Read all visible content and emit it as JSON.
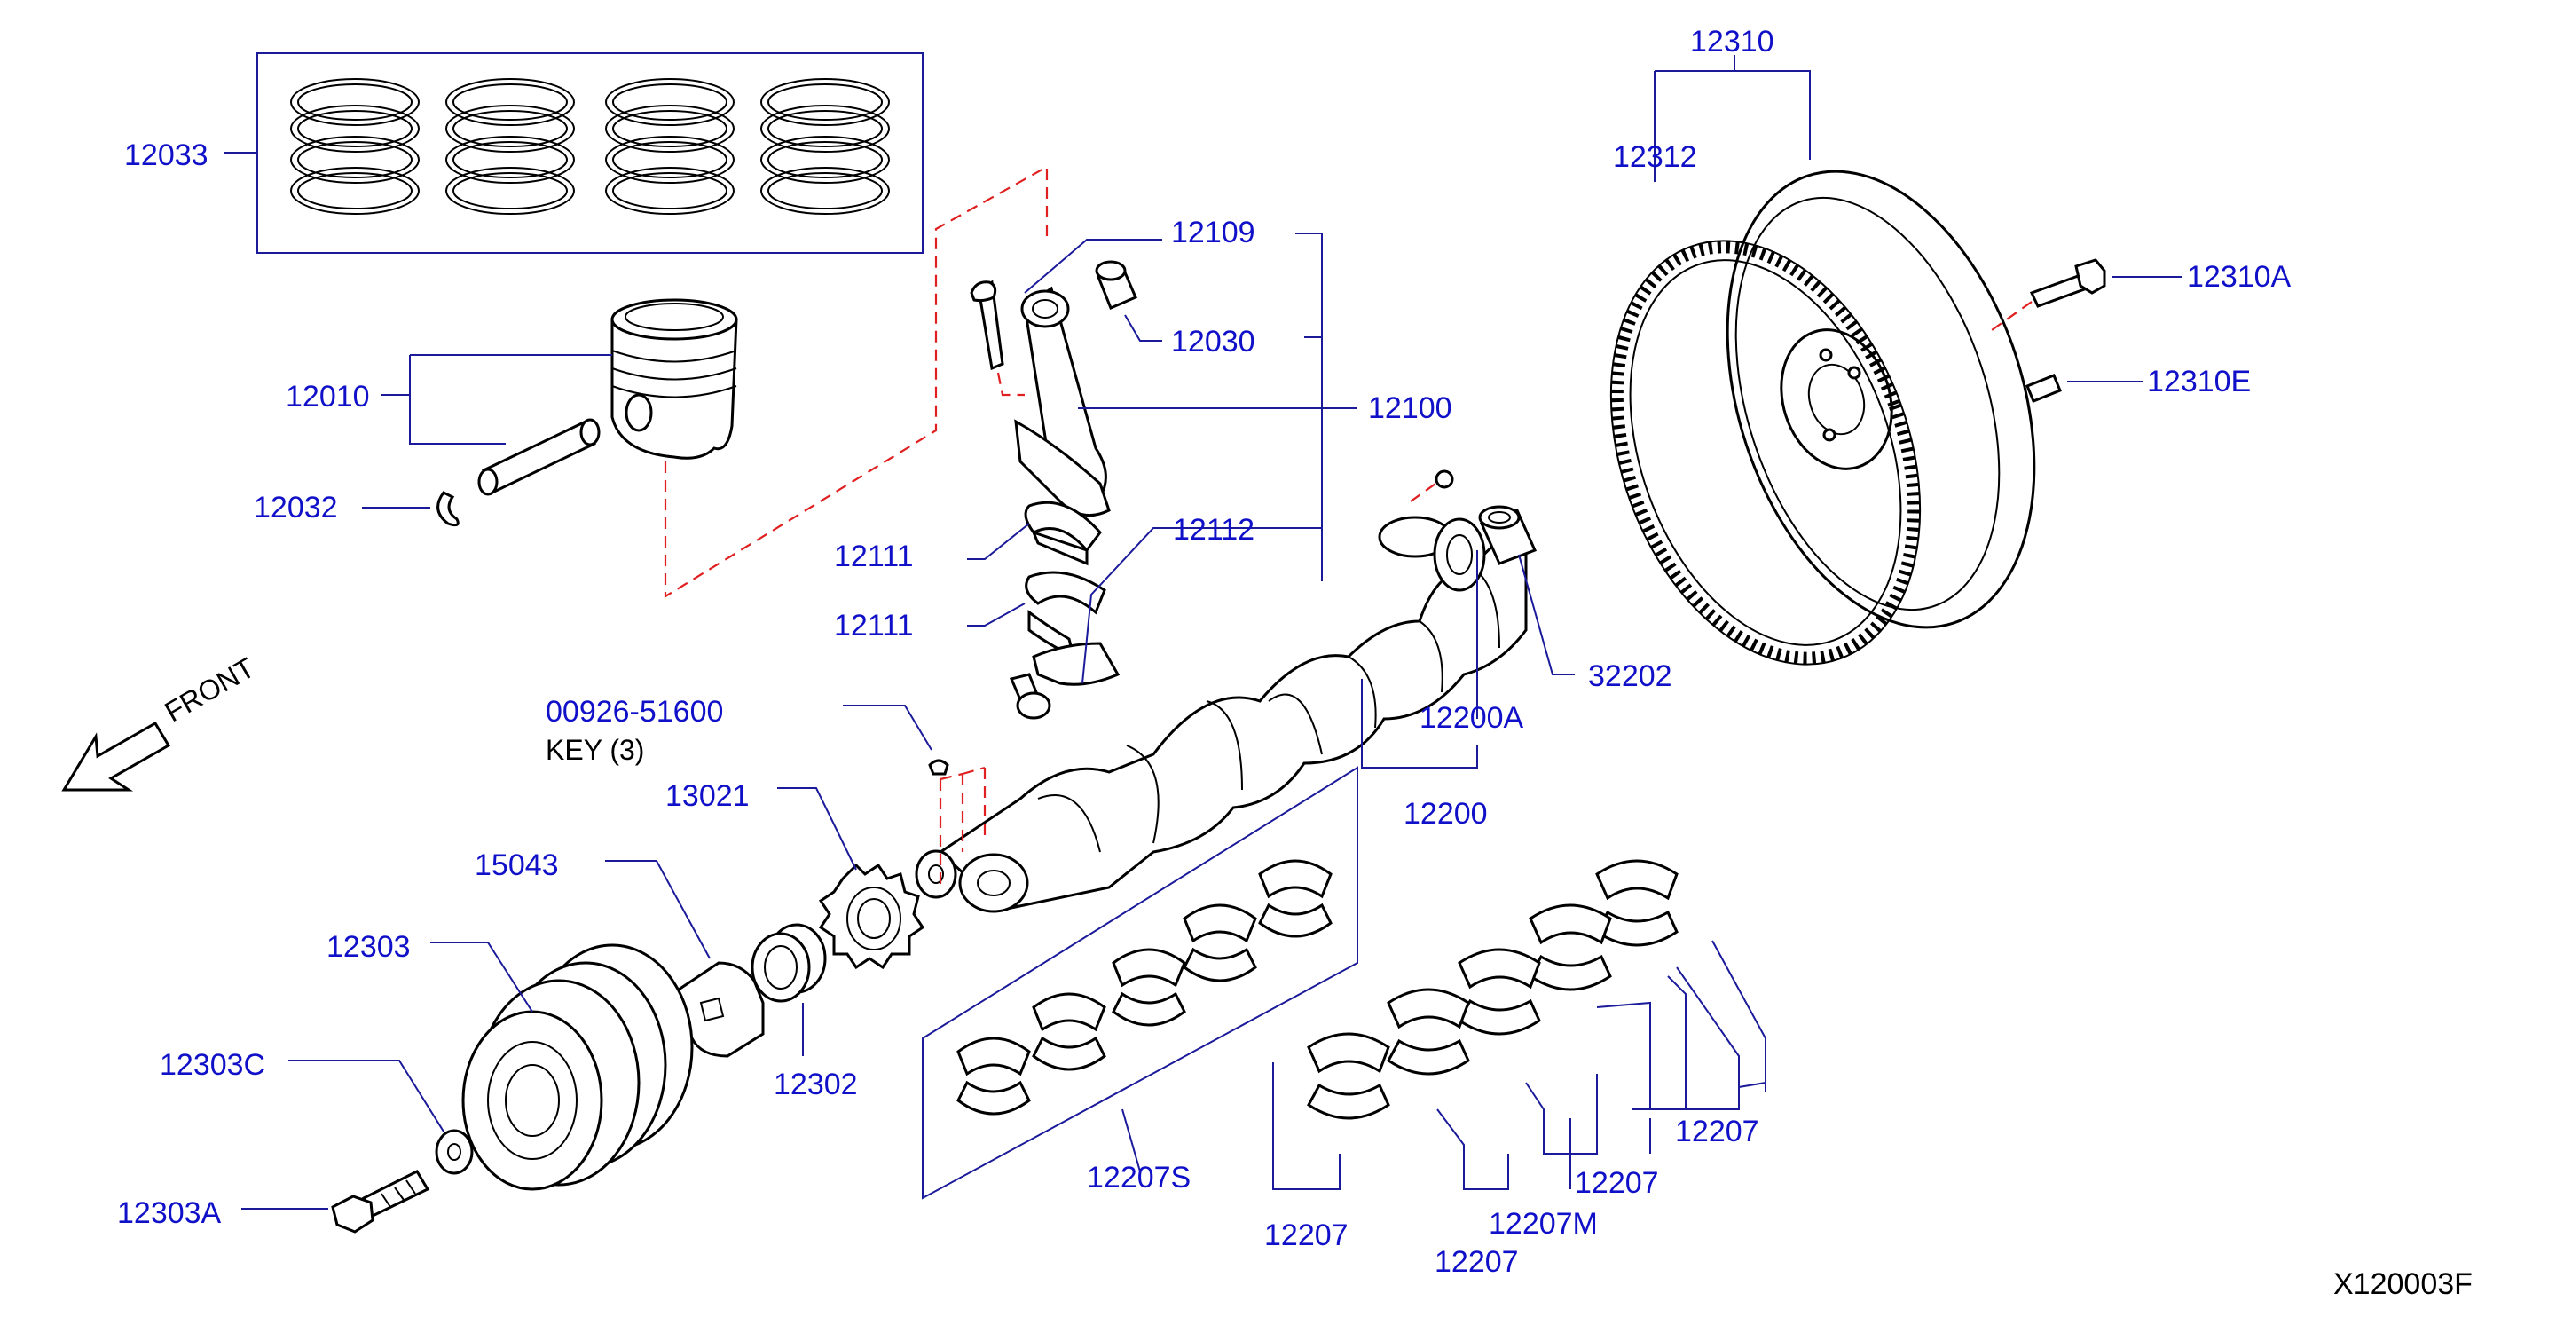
{
  "labels": {
    "p12033": "12033",
    "p12010": "12010",
    "p12032": "12032",
    "p12109": "12109",
    "p12030": "12030",
    "p12100": "12100",
    "p12111a": "12111",
    "p12111b": "12111",
    "p12112": "12112",
    "p00926": "00926-51600",
    "key": "KEY  (3)",
    "front": "FRONT",
    "p13021": "13021",
    "p15043": "15043",
    "p12303": "12303",
    "p12303C": "12303C",
    "p12303A": "12303A",
    "p12302": "12302",
    "p12207S": "12207S",
    "p12207a": "12207",
    "p12207b": "12207",
    "p12207c": "12207",
    "p12207d": "12207",
    "p12207M": "12207M",
    "p12200": "12200",
    "p12200A": "12200A",
    "p32202": "32202",
    "p12310": "12310",
    "p12312": "12312",
    "p12310A": "12310A",
    "p12310E": "12310E",
    "code": "X120003F"
  },
  "colors": {
    "label_text": "#1010c8",
    "leader_line": "#1a1a9a",
    "dashed_guide": "#e02020",
    "part_outline": "#000000"
  }
}
